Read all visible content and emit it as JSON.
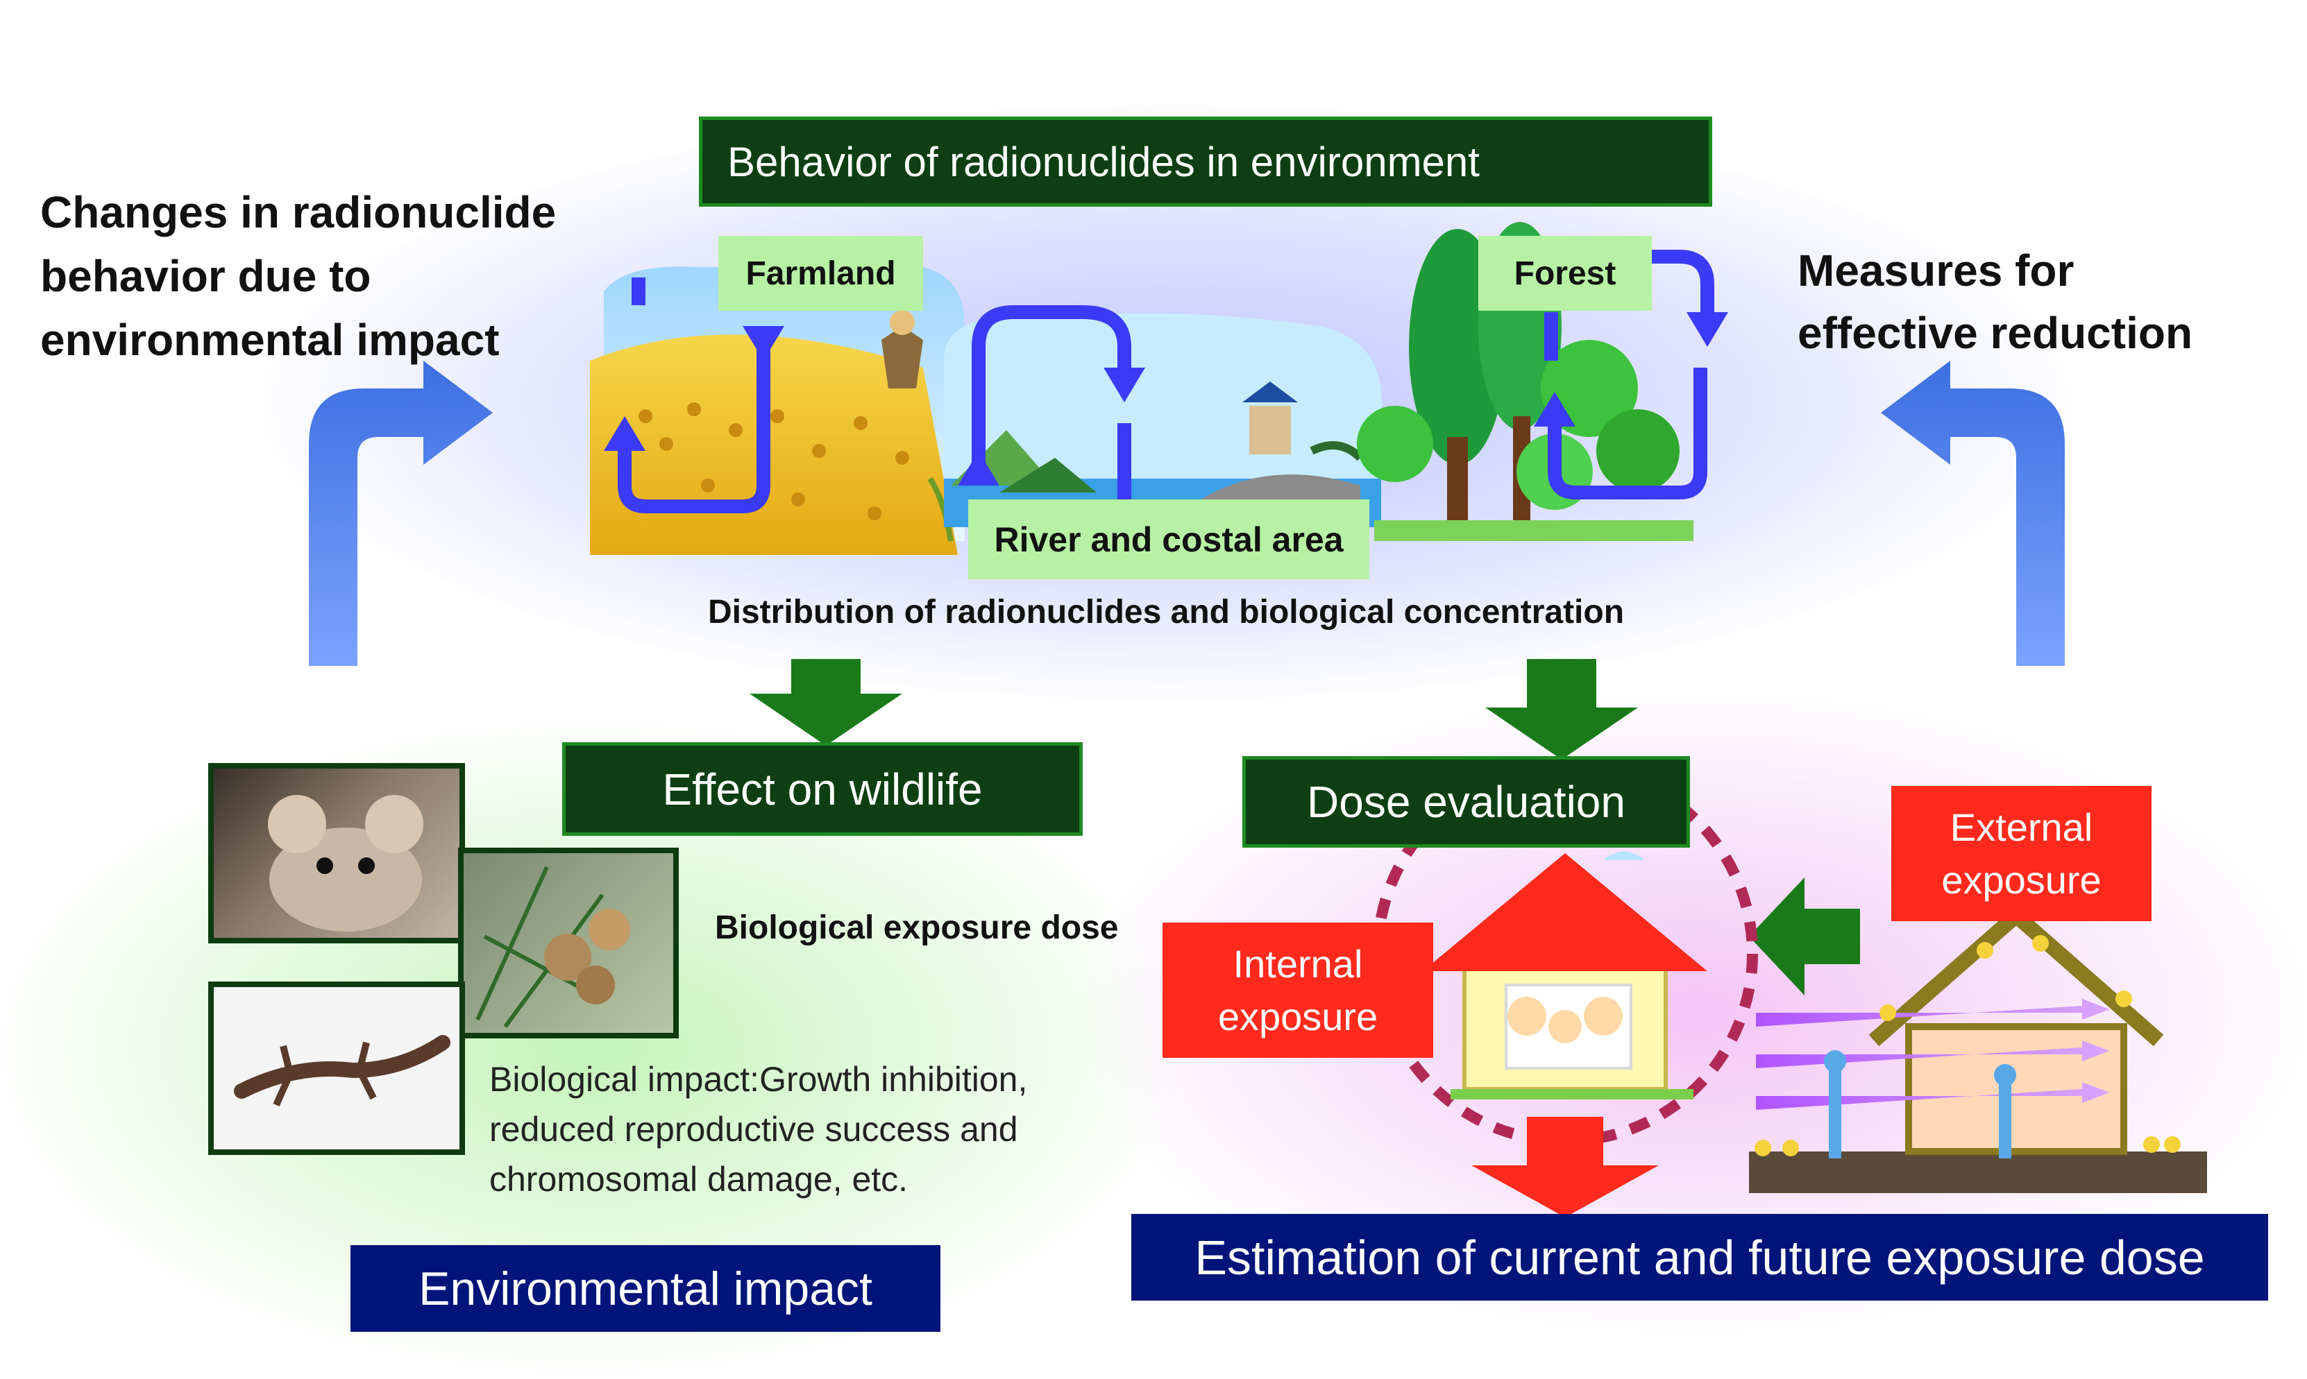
{
  "title": "Behavior of radionuclides in environment",
  "areas": {
    "farmland": "Farmland",
    "forest": "Forest",
    "river": "River and costal area"
  },
  "distribution": "Distribution of radionuclides and biological concentration",
  "left_heading": "Changes in radionuclide behavior due to environmental impact",
  "left_heading_lines": [
    "Changes in radionuclide",
    "behavior due to",
    "environmental impact"
  ],
  "right_heading_lines": [
    "Measures for",
    "effective reduction"
  ],
  "wildlife": {
    "title": "Effect on wildlife",
    "exposure_dose": "Biological exposure dose",
    "impact_label": "Biological impact",
    "impact_lines": [
      ":Growth inhibition,",
      "reduced reproductive success and",
      "chromosomal damage, etc."
    ],
    "footer": "Environmental impact"
  },
  "dose": {
    "title": "Dose evaluation",
    "internal": [
      "Internal",
      "exposure"
    ],
    "external": [
      "External",
      "exposure"
    ],
    "footer": "Estimation of current and future exposure dose"
  },
  "colors": {
    "dark_green": "#0d3f13",
    "navy": "#00147a",
    "red": "#ff2a1c",
    "cycle_blue": "#3b3bf5",
    "arrow_green": "#1a7a1a"
  }
}
